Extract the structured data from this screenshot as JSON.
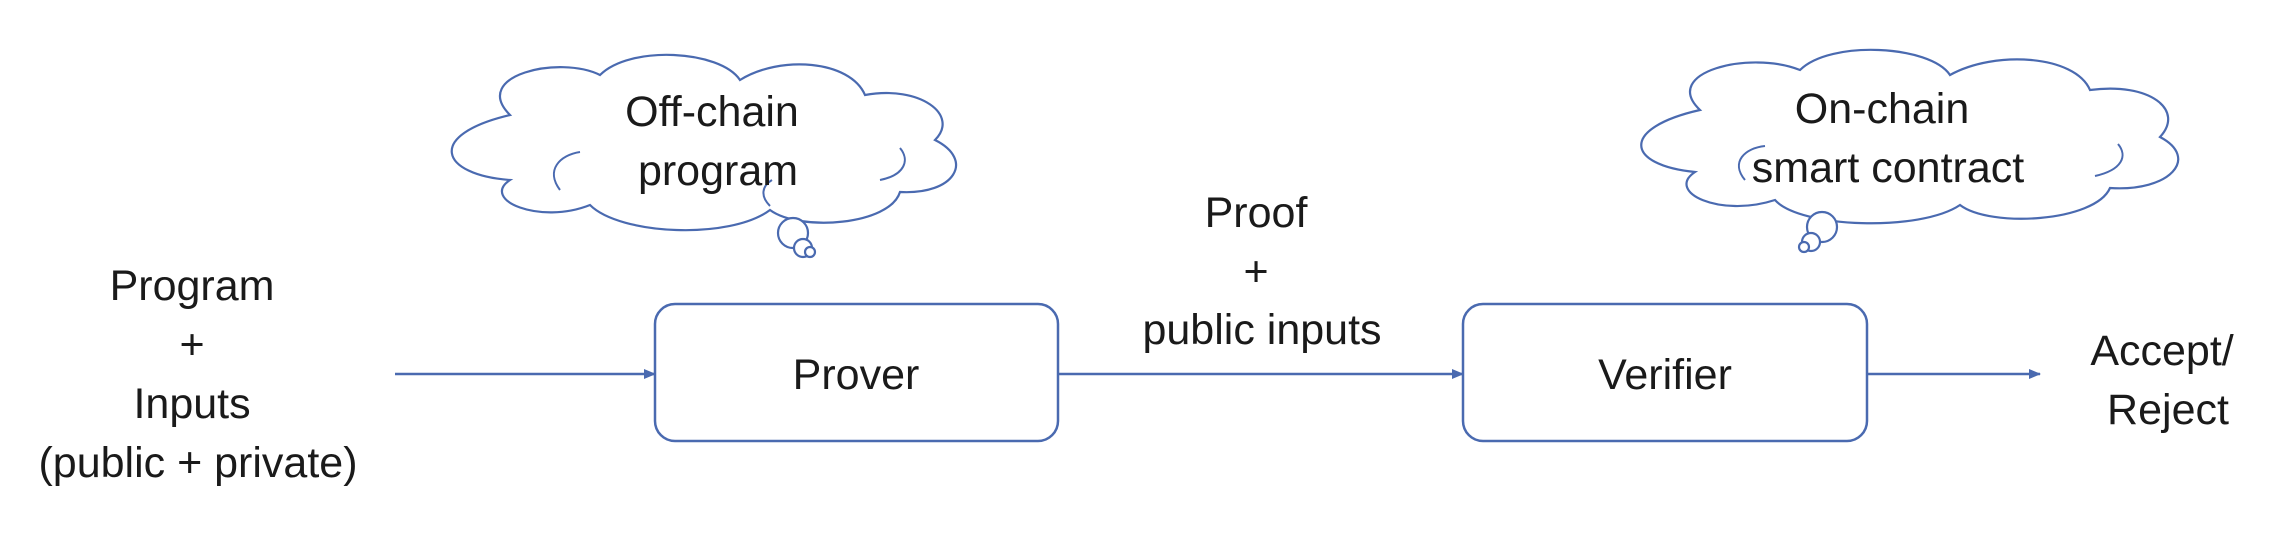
{
  "nodes": {
    "input": [
      "Program",
      "+",
      "Inputs",
      "(public + private)"
    ],
    "prover": "Prover",
    "verifier": "Verifier",
    "output": [
      "Accept/",
      "Reject"
    ]
  },
  "edge_label": [
    "Proof",
    "+",
    "public inputs"
  ],
  "callouts": {
    "prover": [
      "Off-chain",
      "program"
    ],
    "verifier": [
      "On-chain",
      "smart contract"
    ]
  },
  "colors": {
    "stroke": "#4a6ab0",
    "text": "#1a1a1a",
    "background": "#ffffff"
  }
}
